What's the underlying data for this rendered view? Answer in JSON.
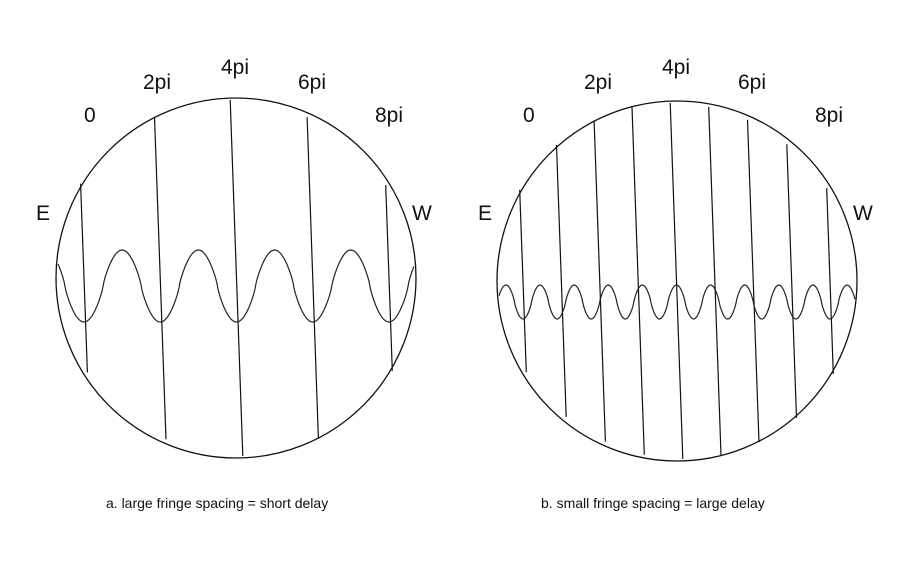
{
  "panels": [
    {
      "id": "a",
      "phase_labels": [
        "0",
        "2pi",
        "4pi",
        "6pi",
        "8pi"
      ],
      "east_label": "E",
      "west_label": "W",
      "caption": "a. large fringe spacing = short delay",
      "fringe_lines": 5,
      "wave_cycles": 4
    },
    {
      "id": "b",
      "phase_labels": [
        "0",
        "2pi",
        "4pi",
        "6pi",
        "8pi"
      ],
      "east_label": "E",
      "west_label": "W",
      "caption": "b. small fringe spacing = large delay",
      "fringe_lines": 9,
      "wave_cycles": 9
    }
  ]
}
